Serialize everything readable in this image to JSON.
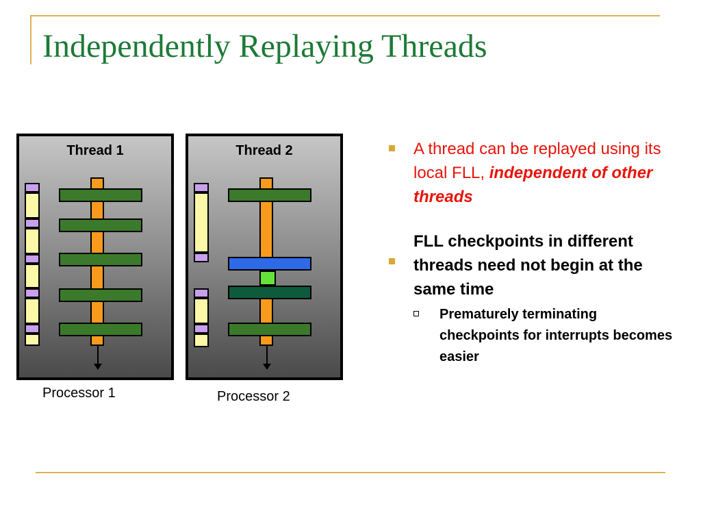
{
  "slide": {
    "title": "Independently Replaying Threads"
  },
  "panels": [
    {
      "thread_label": "Thread 1",
      "processor_label": "Processor 1"
    },
    {
      "thread_label": "Thread 2",
      "processor_label": "Processor 2"
    }
  ],
  "bullets": [
    {
      "text_plain": "A thread can be replayed using its local FLL,",
      "text_emphasis": "independent of other threads"
    },
    {
      "text": "FLL checkpoints in different threads need not begin at the same time",
      "sub": "Prematurely terminating checkpoints for interrupts becomes easier"
    }
  ],
  "colors": {
    "title": "#1d7a36",
    "accent_line": "#e0b050",
    "bullet_red": "#e8140a",
    "checkpoint_bar": "#3a7a2a",
    "spine": "#f79a1e",
    "log_purple": "#c9a0ee",
    "log_yellow": "#fbf8a8",
    "blue_bar": "#2e6ae8",
    "dark_bar": "#0e5a3c",
    "green_block": "#66e23a"
  }
}
